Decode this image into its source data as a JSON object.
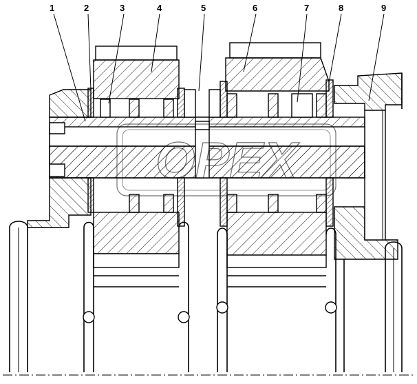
{
  "callouts": [
    {
      "id": "1",
      "label": "1"
    },
    {
      "id": "2",
      "label": "2"
    },
    {
      "id": "3",
      "label": "3"
    },
    {
      "id": "4",
      "label": "4"
    },
    {
      "id": "5",
      "label": "5"
    },
    {
      "id": "6",
      "label": "6"
    },
    {
      "id": "7",
      "label": "7"
    },
    {
      "id": "8",
      "label": "8"
    },
    {
      "id": "9",
      "label": "9"
    }
  ],
  "watermark": {
    "text": "OPEX"
  },
  "colors": {
    "line": "#000000",
    "background": "#ffffff",
    "watermark": "#000000"
  }
}
